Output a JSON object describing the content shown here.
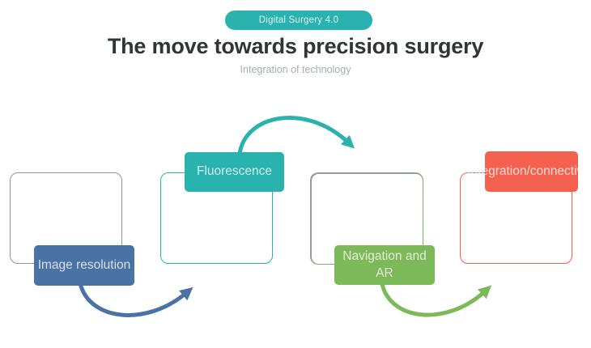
{
  "badge": {
    "label": "Digital Surgery 4.0"
  },
  "header": {
    "title": "The move towards precision surgery",
    "subtitle": "Integration of technology"
  },
  "colors": {
    "teal": "#29b2ae",
    "blue": "#4a72a3",
    "green": "#7cb959",
    "red": "#f4614f",
    "outline": "#8e969c"
  },
  "steps": [
    {
      "id": "image-resolution",
      "label": "Image resolution",
      "color": "#4a72a3"
    },
    {
      "id": "fluorescence",
      "label": "Fluorescence",
      "color": "#29b2ae"
    },
    {
      "id": "navigation-ar",
      "label": "Navigation and AR",
      "color": "#7cb959"
    },
    {
      "id": "integration-connectivity",
      "label": "Integration/connectivity",
      "color": "#f4614f"
    }
  ],
  "flow": [
    {
      "from": "image-resolution",
      "to": "fluorescence"
    },
    {
      "from": "fluorescence",
      "to": "navigation-ar"
    },
    {
      "from": "navigation-ar",
      "to": "integration-connectivity"
    }
  ]
}
